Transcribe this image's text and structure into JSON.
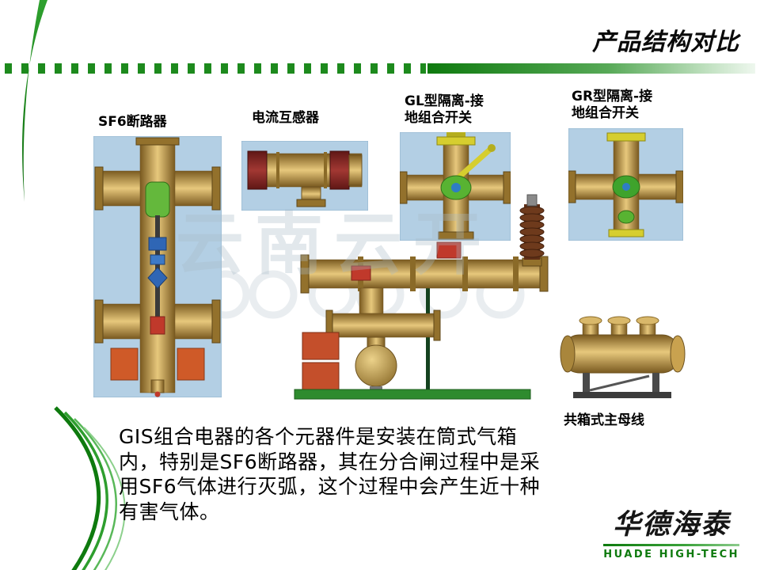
{
  "slide": {
    "title": "产品结构对比",
    "watermark": "云南云开",
    "labels": {
      "sf6": "SF6断路器",
      "ct": "电流互感器",
      "gl_line1": "GL型隔离-接",
      "gl_line2": "地组合开关",
      "gr_line1": "GR型隔离-接",
      "gr_line2": "地组合开关",
      "busbar": "共箱式主母线"
    },
    "body_text": "GIS组合电器的各个元器件是安装在筒式气箱内，特别是SF6断路器，其在分合闸过程中是采用SF6气体进行灭弧，这个过程中会产生近十种有害气体。",
    "logo": {
      "name": "华德海泰",
      "subtitle": "HUADE HIGH-TECH"
    },
    "colors": {
      "accent_green": "#0e7a0e",
      "panel_blue": "#b3cfe4",
      "brass": "#c9a24f",
      "ground_green": "#2e8b2e",
      "red_part": "#c0392b"
    }
  }
}
